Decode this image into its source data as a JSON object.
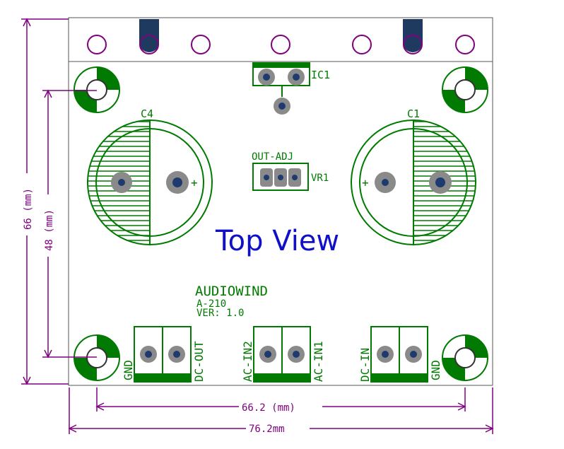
{
  "board": {
    "view_title": "Top View",
    "brand": "AUDIOWIND",
    "model": "A-210",
    "version": "VER: 1.0"
  },
  "components": {
    "ic1": "IC1",
    "vr1": "VR1",
    "out_adj": "OUT-ADJ",
    "c1": "C1",
    "c4": "C4",
    "plus": "+"
  },
  "connectors": {
    "gnd_left": "GND",
    "dc_out": "DC-OUT",
    "ac_in2": "AC-IN2",
    "ac_in1": "AC-IN1",
    "dc_in": "DC-IN",
    "gnd_right": "GND"
  },
  "dimensions": {
    "height_outer": "66 (mm)",
    "height_inner": "48 (mm)",
    "width_inner": "66.2 (mm)",
    "width_outer": "76.2mm"
  },
  "colors": {
    "silk": "#007a00",
    "dimension": "#800080",
    "title": "#1010c8",
    "pad": "#1e3a6e",
    "pad_ring": "#8a8a8a"
  }
}
